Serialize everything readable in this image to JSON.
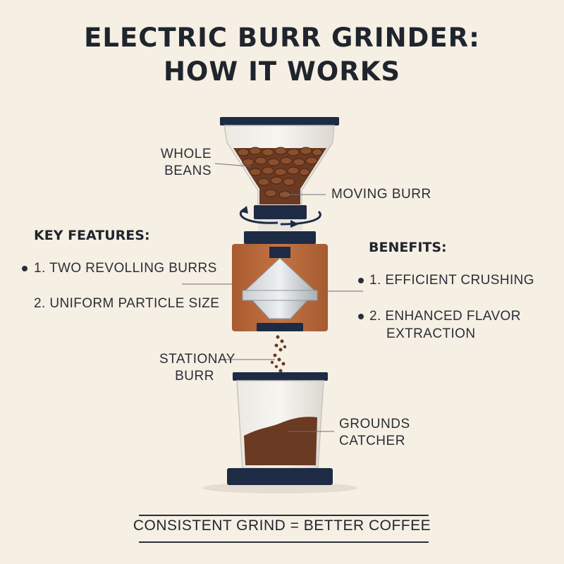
{
  "title": {
    "line1": "ELECTRIC BURR GRINDER:",
    "line2": "HOW IT WORKS"
  },
  "labels": {
    "whole_beans": [
      "WHOLE",
      "BEANS"
    ],
    "moving_burr": "MOVING BURR",
    "stationary_burr": [
      "STATIONAY",
      "BURR"
    ],
    "grounds_catcher": [
      "GROUNDS",
      "CATCHER"
    ]
  },
  "key_features": {
    "heading": "KEY FEATURES:",
    "items": [
      "1. TWO REVOLLING BURRS",
      "2. UNIFORM PARTICLE SIZE"
    ]
  },
  "benefits": {
    "heading": "BENEFITS:",
    "items": [
      "1. EFFICIENT CRUSHING",
      "2. ENHANCED FLAVOR",
      "EXTRACTION"
    ]
  },
  "footer": "CONSISTENT GRIND = BETTER COFFEE",
  "colors": {
    "background": "#f6efe4",
    "navy": "#1e2b45",
    "copper": "#b5683a",
    "coffee": "#6b3a22",
    "glass": "#e8e6e2"
  }
}
